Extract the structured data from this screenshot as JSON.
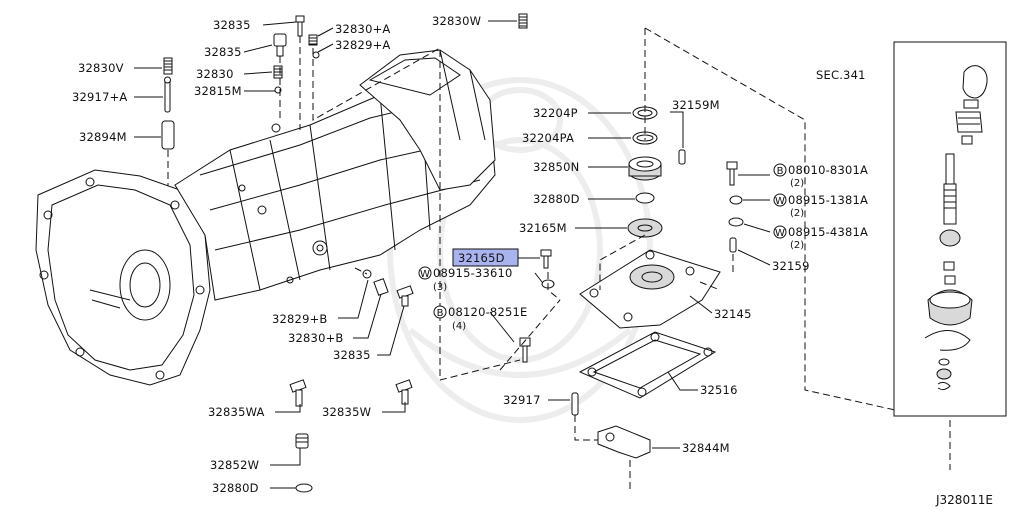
{
  "diagram": {
    "section_ref": "SEC.341",
    "figure_code": "J328011E",
    "highlight_color": "#a9b4ee",
    "labels": [
      {
        "id": "l_32835_top",
        "text": "32835"
      },
      {
        "id": "l_32830A",
        "text": "32830+A"
      },
      {
        "id": "l_32829A",
        "text": "32829+A"
      },
      {
        "id": "l_32830W",
        "text": "32830W"
      },
      {
        "id": "l_32835_b",
        "text": "32835"
      },
      {
        "id": "l_32830V",
        "text": "32830V"
      },
      {
        "id": "l_32830",
        "text": "32830"
      },
      {
        "id": "l_32917A",
        "text": "32917+A"
      },
      {
        "id": "l_32815M",
        "text": "32815M"
      },
      {
        "id": "l_32894M",
        "text": "32894M"
      },
      {
        "id": "l_32204P",
        "text": "32204P"
      },
      {
        "id": "l_32159M",
        "text": "32159M"
      },
      {
        "id": "l_32204PA",
        "text": "32204PA"
      },
      {
        "id": "l_32850N",
        "text": "32850N"
      },
      {
        "id": "l_32880D_mid",
        "text": "32880D"
      },
      {
        "id": "l_32165M",
        "text": "32165M"
      },
      {
        "id": "l_32165D",
        "text": "32165D"
      },
      {
        "id": "l_08915_33610",
        "text": "08915-33610"
      },
      {
        "id": "l_08915_33610_q",
        "text": "(3)"
      },
      {
        "id": "l_08120_8251E",
        "text": "08120-8251E"
      },
      {
        "id": "l_08120_8251E_q",
        "text": "(4)"
      },
      {
        "id": "l_08010_8301A",
        "text": "08010-8301A"
      },
      {
        "id": "l_08010_8301A_q",
        "text": "(2)"
      },
      {
        "id": "l_08915_1381A",
        "text": "08915-1381A"
      },
      {
        "id": "l_08915_1381A_q",
        "text": "(2)"
      },
      {
        "id": "l_08915_4381A",
        "text": "08915-4381A"
      },
      {
        "id": "l_08915_4381A_q",
        "text": "(2)"
      },
      {
        "id": "l_32159",
        "text": "32159"
      },
      {
        "id": "l_32145",
        "text": "32145"
      },
      {
        "id": "l_32829B",
        "text": "32829+B"
      },
      {
        "id": "l_32830B",
        "text": "32830+B"
      },
      {
        "id": "l_32835_c",
        "text": "32835"
      },
      {
        "id": "l_32917",
        "text": "32917"
      },
      {
        "id": "l_32516",
        "text": "32516"
      },
      {
        "id": "l_32835WA",
        "text": "32835WA"
      },
      {
        "id": "l_32835W",
        "text": "32835W"
      },
      {
        "id": "l_32844M",
        "text": "32844M"
      },
      {
        "id": "l_32852W",
        "text": "32852W"
      },
      {
        "id": "l_32880D_bot",
        "text": "32880D"
      }
    ],
    "symbols": {
      "washer": "W",
      "bolt": "B"
    }
  }
}
